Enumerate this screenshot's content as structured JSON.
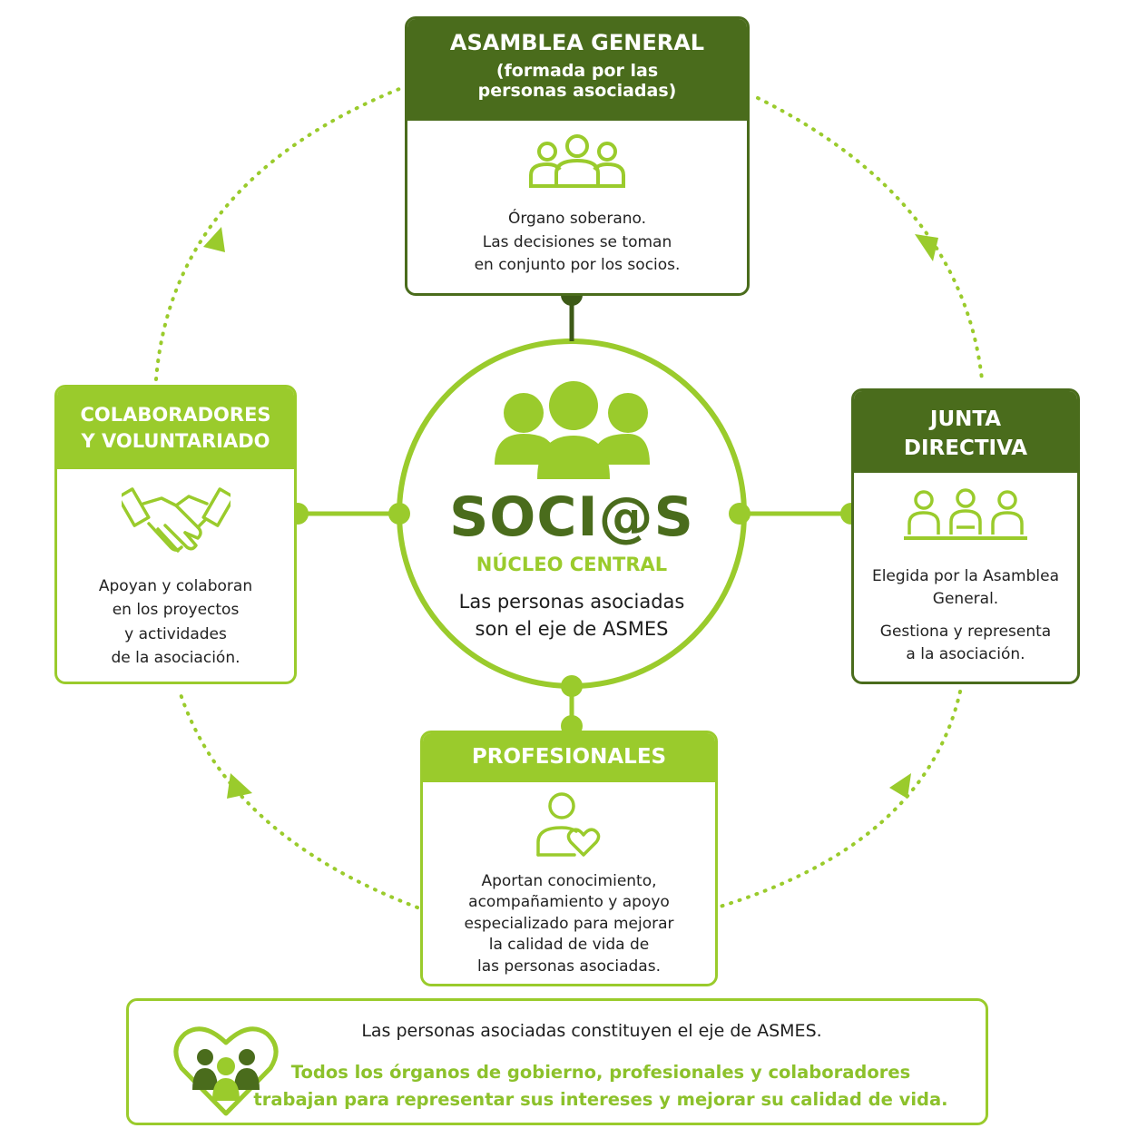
{
  "center": {
    "title": "SOCI@S",
    "subtitle": "NÚCLEO CENTRAL",
    "desc_line1": "Las personas asociadas",
    "desc_line2": "son el eje de ASMES"
  },
  "asamblea": {
    "title": "ASAMBLEA GENERAL",
    "title_line2": "(formada por las",
    "title_line3": "personas asociadas)",
    "body_line1": "Órgano soberano.",
    "body_line2": "Las decisiones se toman",
    "body_line3": "en conjunto por los socios.",
    "icon": "group-icon"
  },
  "junta": {
    "title_line1": "JUNTA",
    "title_line2": "DIRECTIVA",
    "body_line1": "Elegida por la Asamblea",
    "body_line2": "General.",
    "body_line3": "Gestiona y representa",
    "body_line4": "a la asociación.",
    "icon": "board-meeting-icon"
  },
  "colaboradores": {
    "title_line1": "COLABORADORES",
    "title_line2": "Y VOLUNTARIADO",
    "body_line1": "Apoyan y colaboran",
    "body_line2": "en los proyectos",
    "body_line3": "y actividades",
    "body_line4": "de la asociación.",
    "icon": "handshake-icon"
  },
  "profesionales": {
    "title": "PROFESIONALES",
    "body_line1": "Aportan conocimiento,",
    "body_line2": "acompañamiento y apoyo",
    "body_line3": "especializado para mejorar",
    "body_line4": "la calidad de vida de",
    "body_line5": "las personas asociadas.",
    "icon": "person-heart-icon"
  },
  "banner": {
    "line1": "Las personas asociadas constituyen el eje de ASMES.",
    "line2": "Todos los órganos de gobierno, profesionales y colaboradores",
    "line3": "trabajan para representar sus intereses y mejorar su calidad de vida.",
    "icon": "heart-people-icon"
  },
  "colors": {
    "dark_green": "#4a6c1c",
    "lime_green": "#9acb2c",
    "text": "#1d1d1d"
  }
}
